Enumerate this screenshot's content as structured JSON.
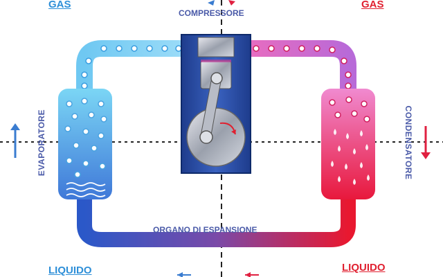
{
  "labels": {
    "gas_left": "GAS",
    "gas_right": "GAS",
    "compressor": "COMPRESSORE",
    "evaporator": "EVAPORATORE",
    "condenser": "CONDENSATORE",
    "expansion": "ORGANO DI ESPANSIONE",
    "liquid_left": "LIQUIDO",
    "liquid_right": "LIQUIDO"
  },
  "colors": {
    "cold": "#4aa3e0",
    "hot": "#e8185a",
    "label_blue": "#4a5aa8",
    "label_red": "#e02030",
    "label_cold": "#2e8fd8"
  }
}
